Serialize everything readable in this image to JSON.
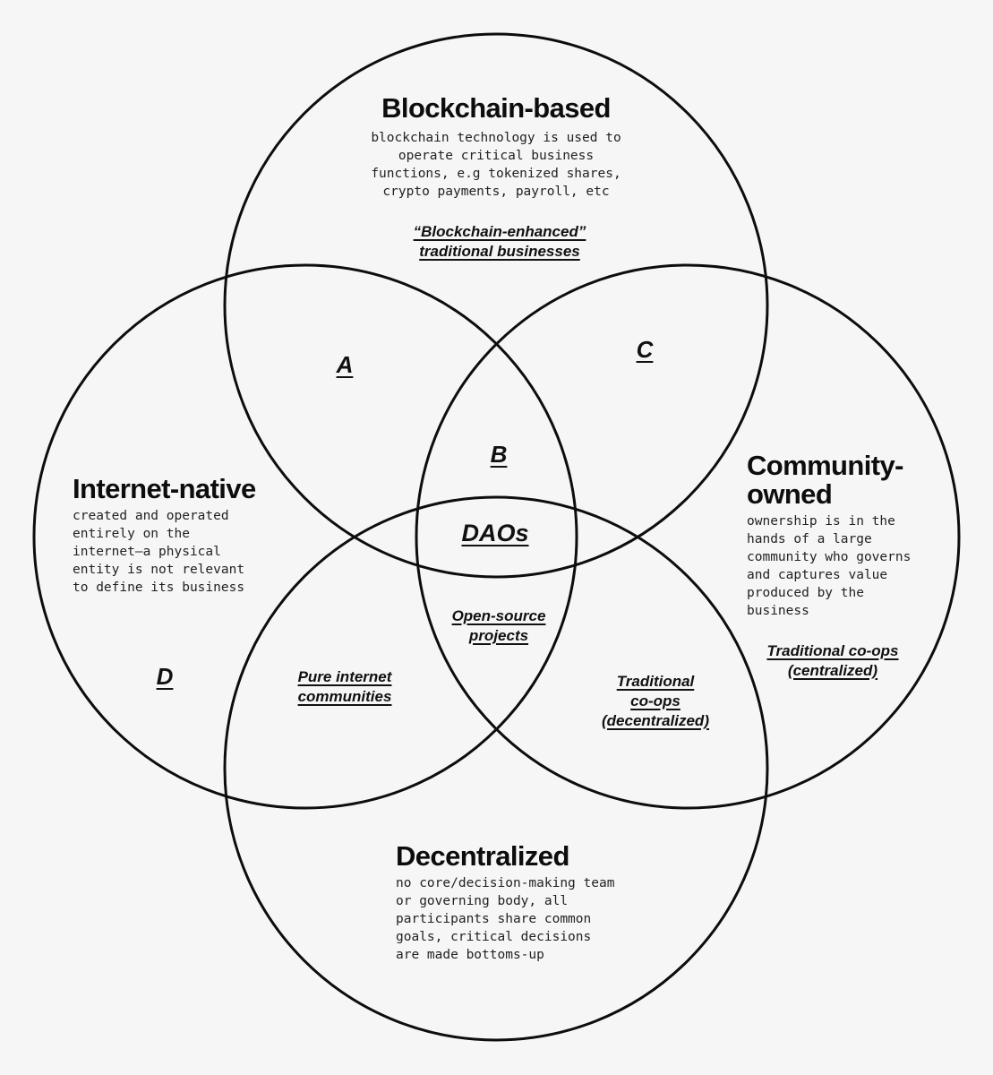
{
  "sets": {
    "blockchain": {
      "title": "Blockchain-based",
      "description": [
        "blockchain technology is used to",
        "operate critical business",
        "functions, e.g tokenized shares,",
        "crypto payments, payroll, etc"
      ]
    },
    "internet": {
      "title": "Internet-native",
      "description": [
        "created and operated",
        "entirely on the",
        "internet—a physical",
        "entity is not relevant",
        "to define its business"
      ]
    },
    "community": {
      "title": [
        "Community-",
        "owned"
      ],
      "description": [
        "ownership is in the",
        "hands of a large",
        "community who governs",
        "and captures value",
        "produced by the",
        "business"
      ]
    },
    "decentralized": {
      "title": "Decentralized",
      "description": [
        "no core/decision-making team",
        "or governing body, all",
        "participants share common",
        "goals, critical decisions",
        "are made bottoms-up"
      ]
    }
  },
  "regions": {
    "blockchain_only": [
      "“Blockchain-enhanced”",
      "traditional businesses"
    ],
    "a": "A",
    "b": "B",
    "c": "C",
    "d": "D",
    "daos": "DAOs",
    "open_source": [
      "Open-source",
      "projects"
    ],
    "pure_internet": [
      "Pure internet",
      "communities"
    ],
    "coops_decentralized": [
      "Traditional",
      "co-ops",
      "(decentralized)"
    ],
    "coops_centralized": [
      "Traditional co-ops",
      "(centralized)"
    ]
  },
  "colors": {
    "stroke": "#0d0d0d",
    "background": "#f6f6f6"
  }
}
